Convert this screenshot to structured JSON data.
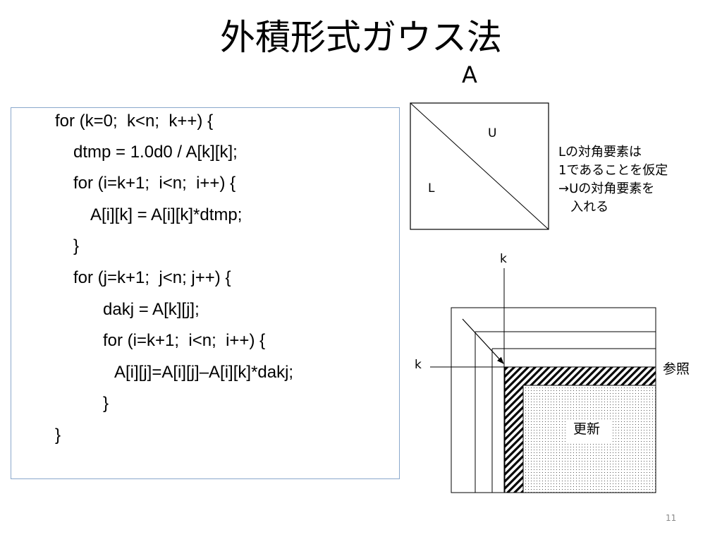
{
  "title": "外積形式ガウス法",
  "matrix_label": "A",
  "code_lines": [
    "for (k=0;  k<n;  k++) {",
    "dtmp = 1.0d0 / A[k][k];",
    "for (i=k+1;  i<n;  i++) {",
    "A[i][k] = A[i][k]*dtmp;",
    "}",
    "for (j=k+1;  j<n; j++) {",
    "dakj = A[k][j];",
    "for (i=k+1;  i<n;  i++) {",
    "A[i][j]=A[i][j]–A[i][k]*dakj;",
    "}",
    "}"
  ],
  "top_diagram": {
    "upper_label": "U",
    "lower_label": "L"
  },
  "note_lines": [
    "Lの対角要素は",
    "1であることを仮定",
    "→Uの対角要素を",
    "   入れる"
  ],
  "bottom_diagram": {
    "k_top_label": "k",
    "k_left_label": "k",
    "reference_label": "参照",
    "update_label": "更新"
  },
  "page_number": "11"
}
